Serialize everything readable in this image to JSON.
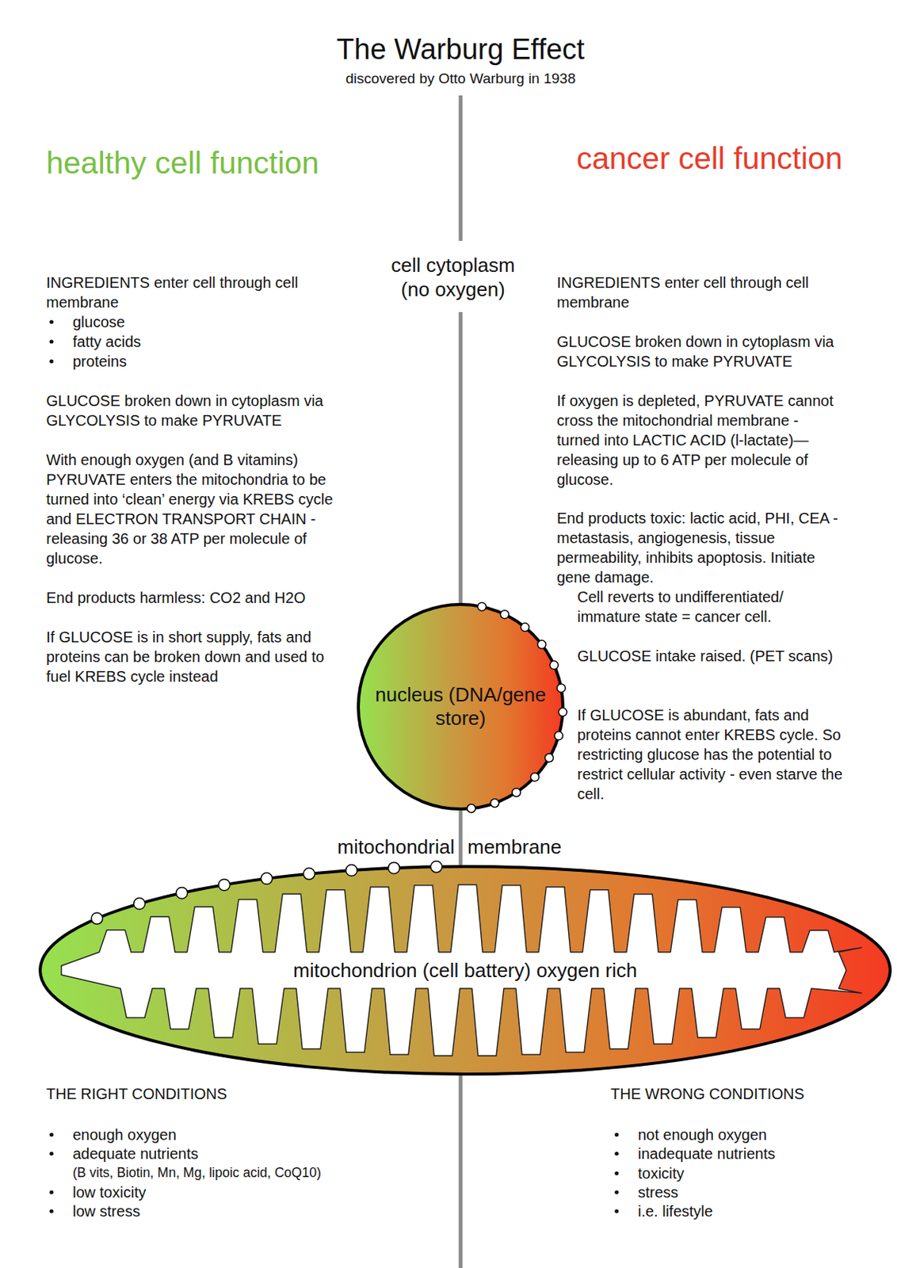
{
  "diagram": {
    "title": "The Warburg Effect",
    "nodes": [
      {
        "text": [
          "nucleus (DNA/gene store)"
        ]
      },
      {
        "text": [
          "mitochondrion (cell battery) oxygen rich"
        ]
      }
    ],
    "labels": [
      "discovered by Otto Warburg in 1938",
      "healthy cell function",
      "cell cytoplasm (no oxygen)",
      "cancer cell function",
      "INGREDIENTS enter cell through cell membrane",
      "glucose",
      "fatty acids",
      "proteins",
      "GLUCOSE broken down in cytoplasm via GLYCOLYSIS to make PYRUVATE",
      "With enough oxygen (and B vitamins) PYRUVATE enters the mitochondria to be turned into ‘clean’ energy via KREBS cycle and ELECTRON TRANSPORT CHAIN - releasing 36 or 38 ATP per molecule of glucose.",
      "End products harmless: CO2 and H2O",
      "If GLUCOSE is in short supply, fats and proteins can be broken down and used to fuel KREBS cycle instead",
      "INGREDIENTS enter cell through cell membrane",
      "GLUCOSE broken down in cytoplasm via GLYCOLYSIS to make PYRUVATE",
      "If oxygen is depleted, PYRUVATE cannot cross the mitochondrial membrane - turned into LACTIC ACID (l-lactate)— releasing up to 6 ATP per molecule of glucose.",
      "End products toxic: lactic acid, PHI, CEA - metastasis, angiogenesis, tissue permeability, inhibits apoptosis. Initiate gene damage.",
      "Cell reverts to undifferentiated/ immature state = cancer cell.",
      "GLUCOSE intake raised. (PET scans)",
      "If GLUCOSE is abundant, fats and proteins cannot enter KREBS cycle. So restricting glucose has the potential to restrict cellular activity - even starve the cell.",
      "mitochondrial",
      "membrane",
      "THE RIGHT CONDITIONS",
      "enough oxygen",
      "adequate nutrients",
      "(B vits, Biotin, Mn, Mg, lipoic acid, CoQ10)",
      "low toxicity",
      "low stress",
      "THE WRONG CONDITIONS",
      "not enough oxygen",
      "inadequate nutrients",
      "toxicity",
      "stress",
      "i.e. lifestyle"
    ]
  }
}
